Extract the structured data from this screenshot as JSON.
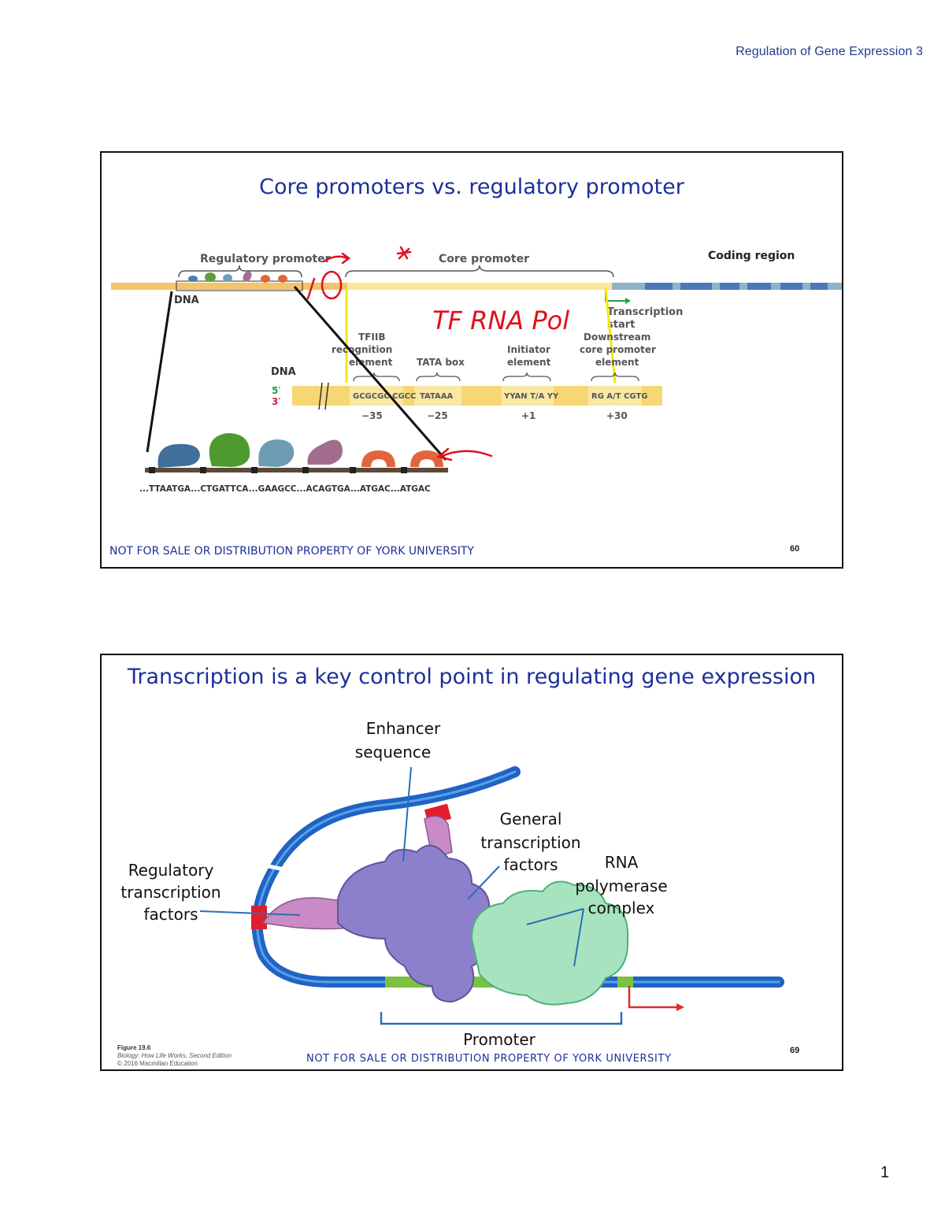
{
  "header": {
    "text": "Regulation of Gene Expression 3"
  },
  "page_number": "1",
  "slide1": {
    "title": "Core promoters vs. regulatory promoter",
    "labels": {
      "regulatory_promoter": "Regulatory promoter",
      "core_promoter": "Core promoter",
      "coding_region": "Coding region",
      "dna_top": "DNA",
      "dna_mid": "DNA",
      "transcription_start_1": "Transcription",
      "transcription_start_2": "start",
      "tfiib_1": "TFIIB",
      "tfiib_2": "recognition",
      "tfiib_3": "element",
      "tata_box": "TATA box",
      "initiator_1": "Initiator",
      "initiator_2": "element",
      "downstream_1": "Downstream",
      "downstream_2": "core promoter",
      "downstream_3": "element",
      "strand_5": "5′",
      "strand_3": "3′",
      "seq_tfiib": "GCGCGC CGCC",
      "seq_tata": "TATAAA",
      "seq_initiator": "YYAN T/A YY",
      "seq_downstream": "RG A/T CGTG",
      "pos_minus35": "−35",
      "pos_minus25": "−25",
      "pos_plus1": "+1",
      "pos_plus30": "+30",
      "bottom_sequence": "...TTAATGA...CTGATTCA...GAAGCC...ACAGTGA...ATGAC...ATGAC"
    },
    "handwriting": {
      "note_tf": "TF RNA Pol",
      "note_10": "10",
      "star": "*"
    },
    "footer": "NOT FOR SALE OR DISTRIBUTION PROPERTY OF YORK UNIVERSITY",
    "slide_number": "60"
  },
  "slide2": {
    "title": "Transcription is a key control point in regulating gene expression",
    "labels": {
      "enhancer_1": "Enhancer",
      "enhancer_2": "sequence",
      "general_1": "General",
      "general_2": "transcription",
      "general_3": "factors",
      "rna_1": "RNA",
      "rna_2": "polymerase",
      "rna_3": "complex",
      "regulatory_1": "Regulatory",
      "regulatory_2": "transcription",
      "regulatory_3": "factors",
      "promoter": "Promoter"
    },
    "figure_caption": {
      "line1": "Figure 19.6",
      "line2": "Biology: How Life Works, Second Edition",
      "line3": "© 2016 Macmillan Education"
    },
    "footer": "NOT FOR SALE OR DISTRIBUTION PROPERTY OF YORK UNIVERSITY",
    "slide_number": "69"
  },
  "colors": {
    "title_blue": "#1c2f9a",
    "dna_yellow": "#f7d774",
    "dna_blue": "#2f6fc4",
    "annotation_red": "#e0101a",
    "protein_purple": "#8a7cc8",
    "protein_pink": "#c78ac0",
    "polymerase_green": "#a8e3c0"
  }
}
